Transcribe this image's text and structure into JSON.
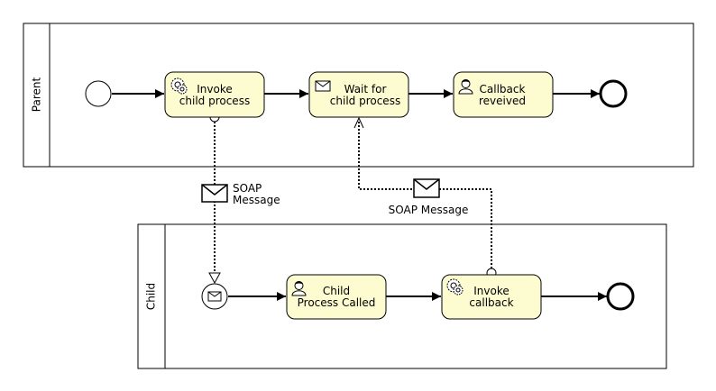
{
  "pools": {
    "parent": {
      "label": "Parent"
    },
    "child": {
      "label": "Child"
    }
  },
  "tasks": {
    "invoke_child": {
      "line1": "Invoke",
      "line2": "child process",
      "icon": "gear-icon"
    },
    "wait_child": {
      "line1": "Wait for",
      "line2": "child process",
      "icon": "envelope-icon"
    },
    "callback_received": {
      "line1": "Callback",
      "line2": "reveived",
      "icon": "user-icon"
    },
    "child_called": {
      "line1": "Child",
      "line2": "Process Called",
      "icon": "user-icon"
    },
    "invoke_callback": {
      "line1": "Invoke",
      "line2": "callback",
      "icon": "gear-icon"
    }
  },
  "message_flows": {
    "to_child": {
      "line1": "SOAP",
      "line2": "Message"
    },
    "to_parent": {
      "label": "SOAP Message"
    }
  },
  "colors": {
    "task_fill": "#fcfcd0",
    "stroke": "#000000"
  }
}
